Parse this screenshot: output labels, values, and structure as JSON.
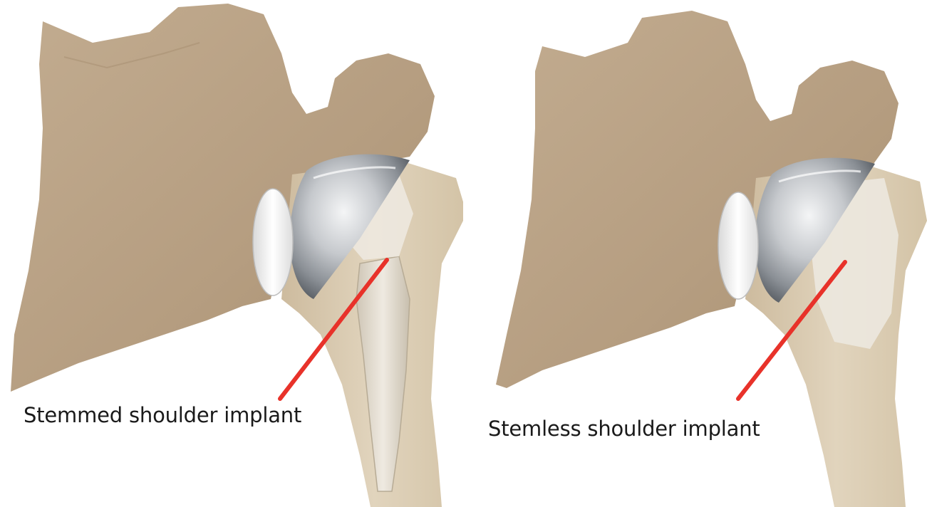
{
  "panels": [
    {
      "caption": "Stemmed shoulder implant",
      "implant_type": "stemmed"
    },
    {
      "caption": "Stemless shoulder implant",
      "implant_type": "stemless"
    }
  ],
  "colors": {
    "bone_dark": "#bba58a",
    "bone_light": "#ddd0b8",
    "metal": "#c9ccd0",
    "metal_dark": "#7d8288",
    "poly": "#f2f2f2",
    "pointer_line": "#e8322a"
  }
}
